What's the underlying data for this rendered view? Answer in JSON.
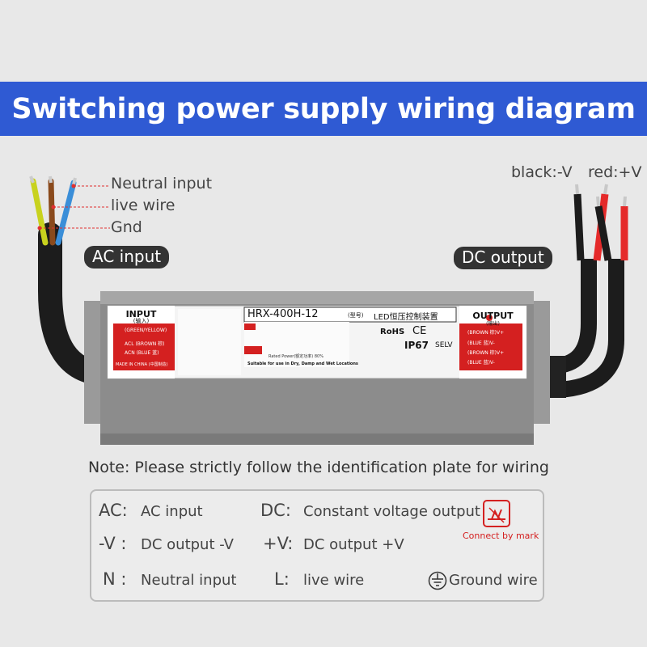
{
  "title": "Switching power supply wiring diagram",
  "ac_wires": {
    "neutral": "Neutral input",
    "live": "live wire",
    "gnd": "Gnd",
    "section": "AC input"
  },
  "dc_wires": {
    "black": "black:-V",
    "red": "red:+V",
    "section": "DC output"
  },
  "plate": {
    "input_title": "INPUT",
    "input_sub": "(输入)",
    "input_rows": [
      "(GREEN/YELLOW)",
      "ACL (BROWN 棕)",
      "ACN (BLUE 蓝)"
    ],
    "made_in": "MADE IN CHINA (中国制造)",
    "model": "HRX-400H-12",
    "model_suffix": "(型号)",
    "model_desc": "LED恒压控制装置",
    "rated": "Rated Power(额定功率) 80%",
    "suitable": "Suitable for use in Dry, Damp and Wet Locations",
    "rohs": "RoHS",
    "ce": "CE",
    "ip": "IP67",
    "selv": "SELV",
    "output_title": "OUTPUT",
    "output_sub": "(输出)",
    "output_rows": [
      "(BROWN 棕)V+",
      "(BLUE 蓝)V-",
      "(BROWN 棕)V+",
      "(BLUE 蓝)V-"
    ]
  },
  "note": "Note: Please strictly follow the identification plate for wiring",
  "legend": {
    "ac_key": "AC:",
    "ac_val": "AC input",
    "dc_key": "DC:",
    "dc_val": "Constant voltage output",
    "mark_label": "Connect by mark",
    "mv_key": "-V :",
    "mv_val": "DC output  -V",
    "pv_key": "+V:",
    "pv_val": "DC output +V",
    "n_key": "N :",
    "n_val": "Neutral input",
    "l_key": "L:",
    "l_val": "live wire",
    "ground": "Ground wire"
  },
  "colors": {
    "banner": "#2f5ad3",
    "accent_red": "#d42020",
    "wire_green_yellow": "#c8d21e",
    "wire_brown": "#8a4a1c",
    "wire_blue": "#3a8ed8"
  }
}
